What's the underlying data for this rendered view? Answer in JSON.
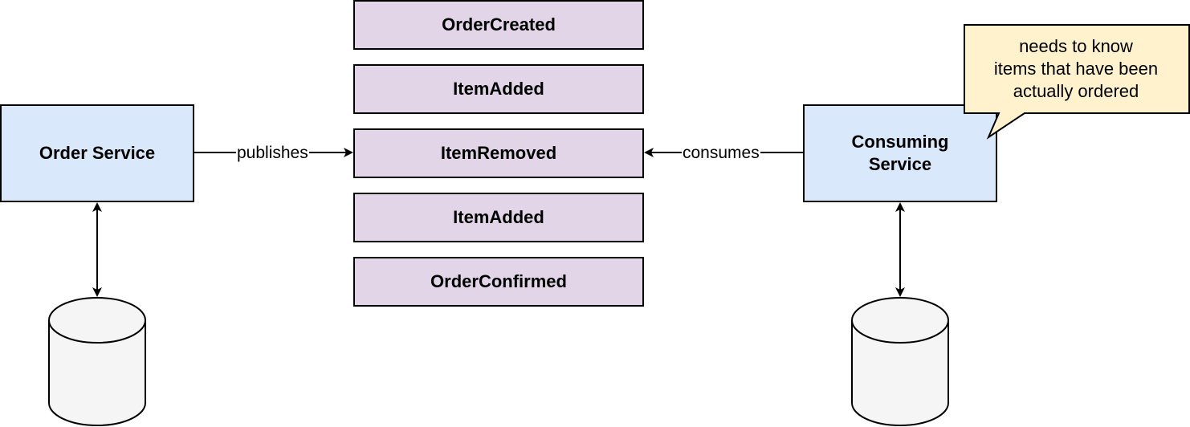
{
  "services": {
    "order_service": "Order Service",
    "consuming_service_line1": "Consuming",
    "consuming_service_line2": "Service"
  },
  "events": [
    "OrderCreated",
    "ItemAdded",
    "ItemRemoved",
    "ItemAdded",
    "OrderConfirmed"
  ],
  "edges": {
    "publishes": "publishes",
    "consumes": "consumes"
  },
  "callout": {
    "line1": "needs to know",
    "line2": "items that have been",
    "line3": "actually ordered"
  },
  "colors": {
    "service_fill": "#dae8fc",
    "event_fill": "#e1d5e7",
    "callout_fill": "#fff2cc",
    "database_fill": "#f5f5f5"
  }
}
